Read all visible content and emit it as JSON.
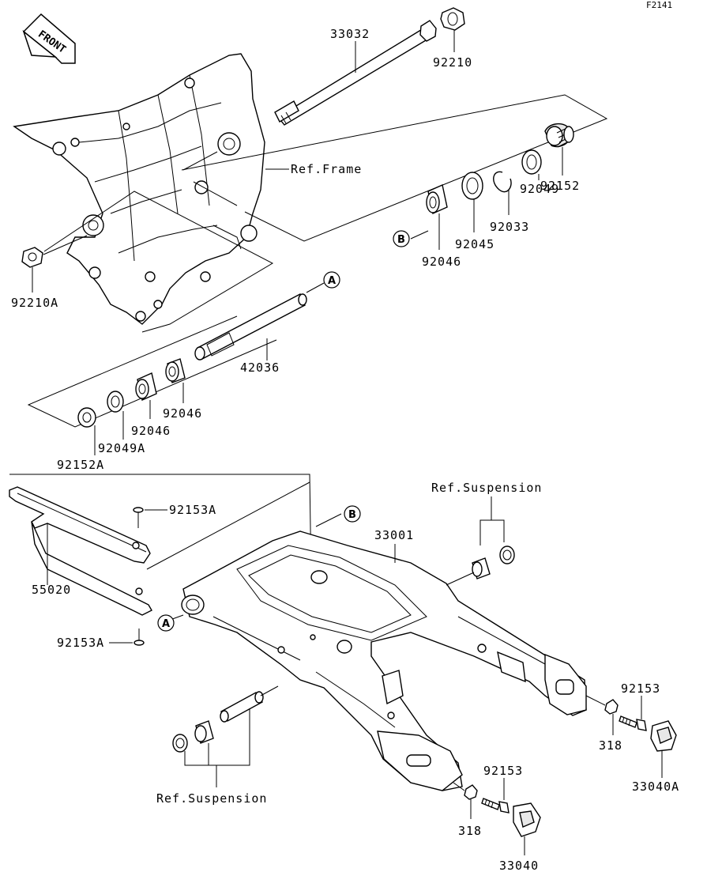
{
  "figure_id": "F2141",
  "front_badge": "FRONT",
  "part_labels": {
    "p33032": "33032",
    "p92210": "92210",
    "p92210A": "92210A",
    "p92152": "92152",
    "p92049": "92049",
    "p92033": "92033",
    "p92045": "92045",
    "p92046_top": "92046",
    "p42036": "42036",
    "p92046_mid1": "92046",
    "p92046_mid2": "92046",
    "p92049A": "92049A",
    "p92152A": "92152A",
    "p92153A_top": "92153A",
    "p55020": "55020",
    "p92153A_bottom": "92153A",
    "p33001": "33001",
    "p92153_right": "92153",
    "p318_right": "318",
    "p33040A": "33040A",
    "p92153_bottom": "92153",
    "p318_bottom": "318",
    "p33040": "33040"
  },
  "references": {
    "frame": "Ref.Frame",
    "suspension_top": "Ref.Suspension",
    "suspension_bottom": "Ref.Suspension"
  },
  "callouts": {
    "a_top": "A",
    "b_top": "B",
    "a_bottom": "A",
    "b_bottom": "B"
  }
}
